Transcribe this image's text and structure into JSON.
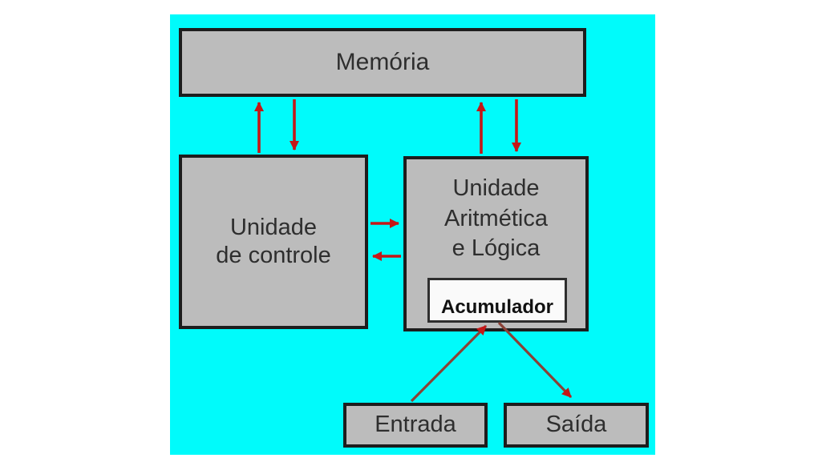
{
  "diagram": {
    "description": "Von Neumann architecture block diagram (Portuguese labels)",
    "nodes": {
      "memory": {
        "label": "Memória"
      },
      "control_unit": {
        "label": "Unidade\nde controle"
      },
      "alu": {
        "label": "Unidade\nAritmética\ne Lógica"
      },
      "accumulator": {
        "label": "Acumulador"
      },
      "input": {
        "label": "Entrada"
      },
      "output": {
        "label": "Saída"
      }
    },
    "edges": [
      {
        "from": "control_unit",
        "to": "memory",
        "style": "vertical-arrow"
      },
      {
        "from": "memory",
        "to": "control_unit",
        "style": "vertical-arrow"
      },
      {
        "from": "alu",
        "to": "memory",
        "style": "vertical-arrow"
      },
      {
        "from": "memory",
        "to": "alu",
        "style": "vertical-arrow"
      },
      {
        "from": "control_unit",
        "to": "alu",
        "style": "horizontal-arrow"
      },
      {
        "from": "alu",
        "to": "control_unit",
        "style": "horizontal-arrow"
      },
      {
        "from": "input",
        "to": "accumulator",
        "style": "diagonal-arrow"
      },
      {
        "from": "accumulator",
        "to": "output",
        "style": "diagonal-arrow"
      }
    ],
    "colors": {
      "page_background": "#ffffff",
      "panel_background": "#00fbfb",
      "node_fill": "#bcbcbc",
      "node_border": "#1d1d1d",
      "accumulator_fill": "#fafafa",
      "arrow_red": "#c41717",
      "io_arrow_line": "#8a4136",
      "text": "#2e2e2e"
    }
  }
}
